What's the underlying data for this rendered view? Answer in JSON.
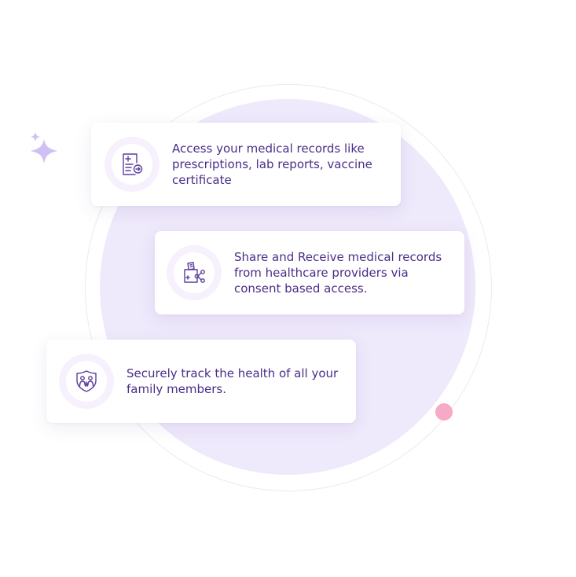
{
  "colors": {
    "text": "#4a2e88",
    "icon": "#5b3e9e",
    "background_circle": "#efe9fc",
    "accent_dot": "#f7aac5",
    "sparkle": "#cfc0f3"
  },
  "features": [
    {
      "icon": "medical-record-icon",
      "text": "Access your medical records like prescriptions, lab reports, vaccine certificate"
    },
    {
      "icon": "share-records-icon",
      "text": "Share and Receive medical records from healthcare providers via consent based access."
    },
    {
      "icon": "family-shield-icon",
      "text": "Securely track the health of all your family members."
    }
  ]
}
